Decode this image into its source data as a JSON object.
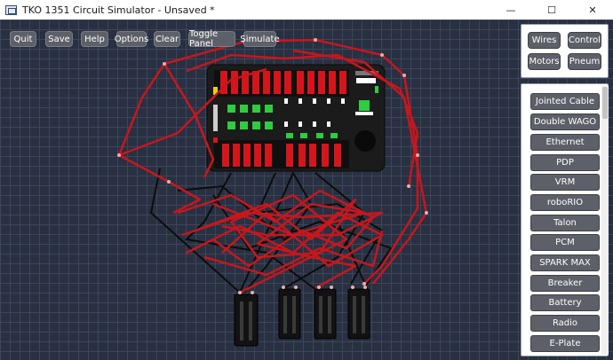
{
  "window": {
    "title": "TKO 1351 Circuit Simulator - Unsaved *",
    "minimize_glyph": "—",
    "maximize_glyph": "☐",
    "close_glyph": "✕"
  },
  "toolbar": {
    "quit": "Quit",
    "save": "Save",
    "help": "Help",
    "options": "Options",
    "clear": "Clear",
    "toggle_panel": "Toggle Panel",
    "simulate": "Simulate"
  },
  "categories": {
    "wires": "Wires",
    "control": "Control",
    "motors": "Motors",
    "pneum": "Pneum"
  },
  "components": [
    "Jointed Cable",
    "Double WAGO",
    "Ethernet",
    "PDP",
    "VRM",
    "roboRIO",
    "Talon",
    "PCM",
    "SPARK MAX",
    "Breaker",
    "Battery",
    "Radio",
    "E-Plate"
  ],
  "colors": {
    "canvas_bg": "#283042",
    "grid": "#3d465a",
    "wire_red": "#c8161c",
    "wire_black": "#0c0c0c",
    "button_bg": "#5d6068",
    "pdp_green": "#2ecc40"
  }
}
